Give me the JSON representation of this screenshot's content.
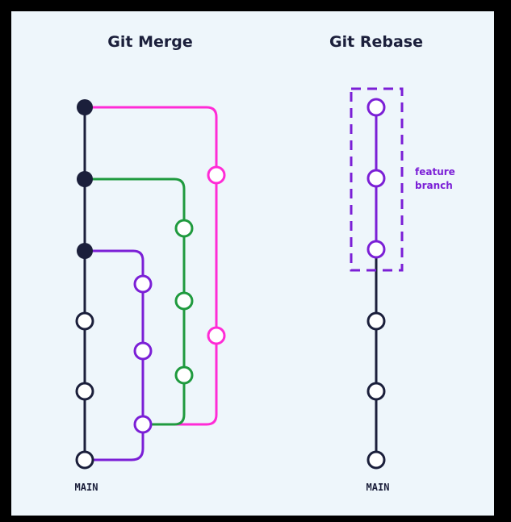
{
  "merge": {
    "title": "Git Merge",
    "main_label": "MAIN"
  },
  "rebase": {
    "title": "Git Rebase",
    "main_label": "MAIN",
    "annotation_line1": "feature",
    "annotation_line2": "branch"
  },
  "colors": {
    "background": "#eef6fb",
    "frame": "#000000",
    "main": "#1b1f3b",
    "purple": "#7b1fd6",
    "green": "#1f9a3e",
    "magenta": "#ff2bd6",
    "text": "#1b1f3b"
  }
}
